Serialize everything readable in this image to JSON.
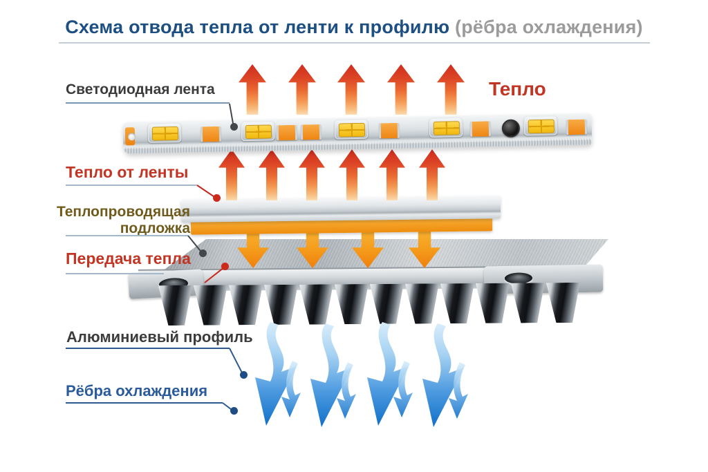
{
  "title": {
    "main": "Схема отвода тепла от ленти к профилю",
    "note": " (рёбра охлаждения)"
  },
  "labels": {
    "led_strip": "Светодиодная лента",
    "heat": "Тепло",
    "heat_from_strip": "Тепло от ленты",
    "substrate": "Теплопроводящая подложка",
    "heat_transfer": "Передача тепла",
    "aluminum_profile": "Алюминиевый профиль",
    "cooling_fins": "Рёбра охлаждения"
  },
  "icons": {
    "heat_flow_up": "red-gradient-up-arrow",
    "heat_flow_down": "orange-down-arrow",
    "cooling_flow": "blue-curved-down-arrow"
  },
  "colors": {
    "title_navy": "#1e4f82",
    "title_gray": "#9b9b9b",
    "label_red": "#c23524",
    "label_olive": "#6f5c1d",
    "label_blue": "#2a5b9b",
    "label_dark": "#3c3c3c",
    "arrow_red": "#d93826",
    "arrow_orange": "#f18211",
    "arrow_blue": "#1173c9"
  }
}
